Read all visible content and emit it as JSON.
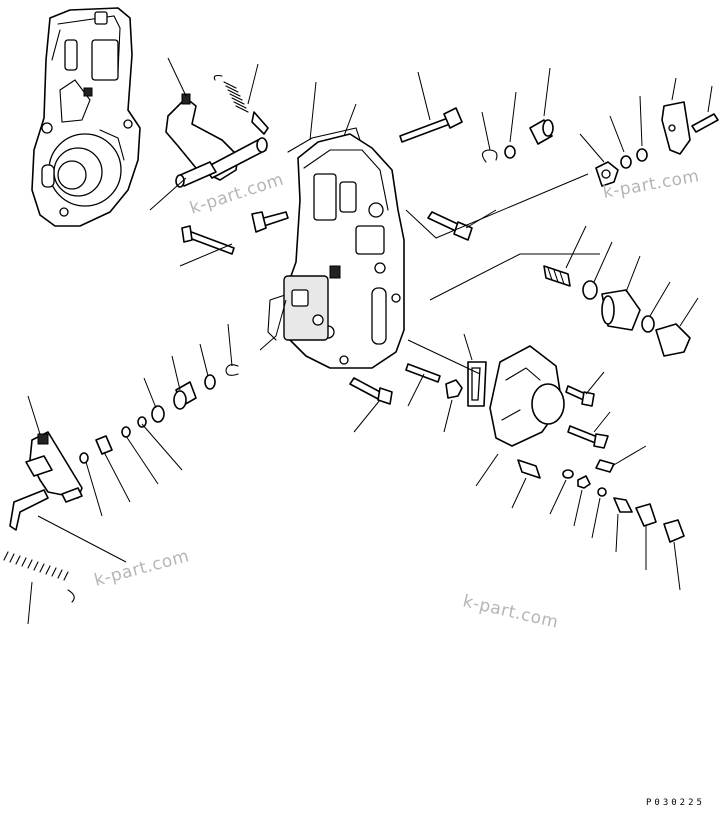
{
  "watermark": "k-part.com",
  "drawing_code": "P030225",
  "figure": {
    "type": "exploded-parts-diagram",
    "leader_lines_unnumbered": true
  }
}
